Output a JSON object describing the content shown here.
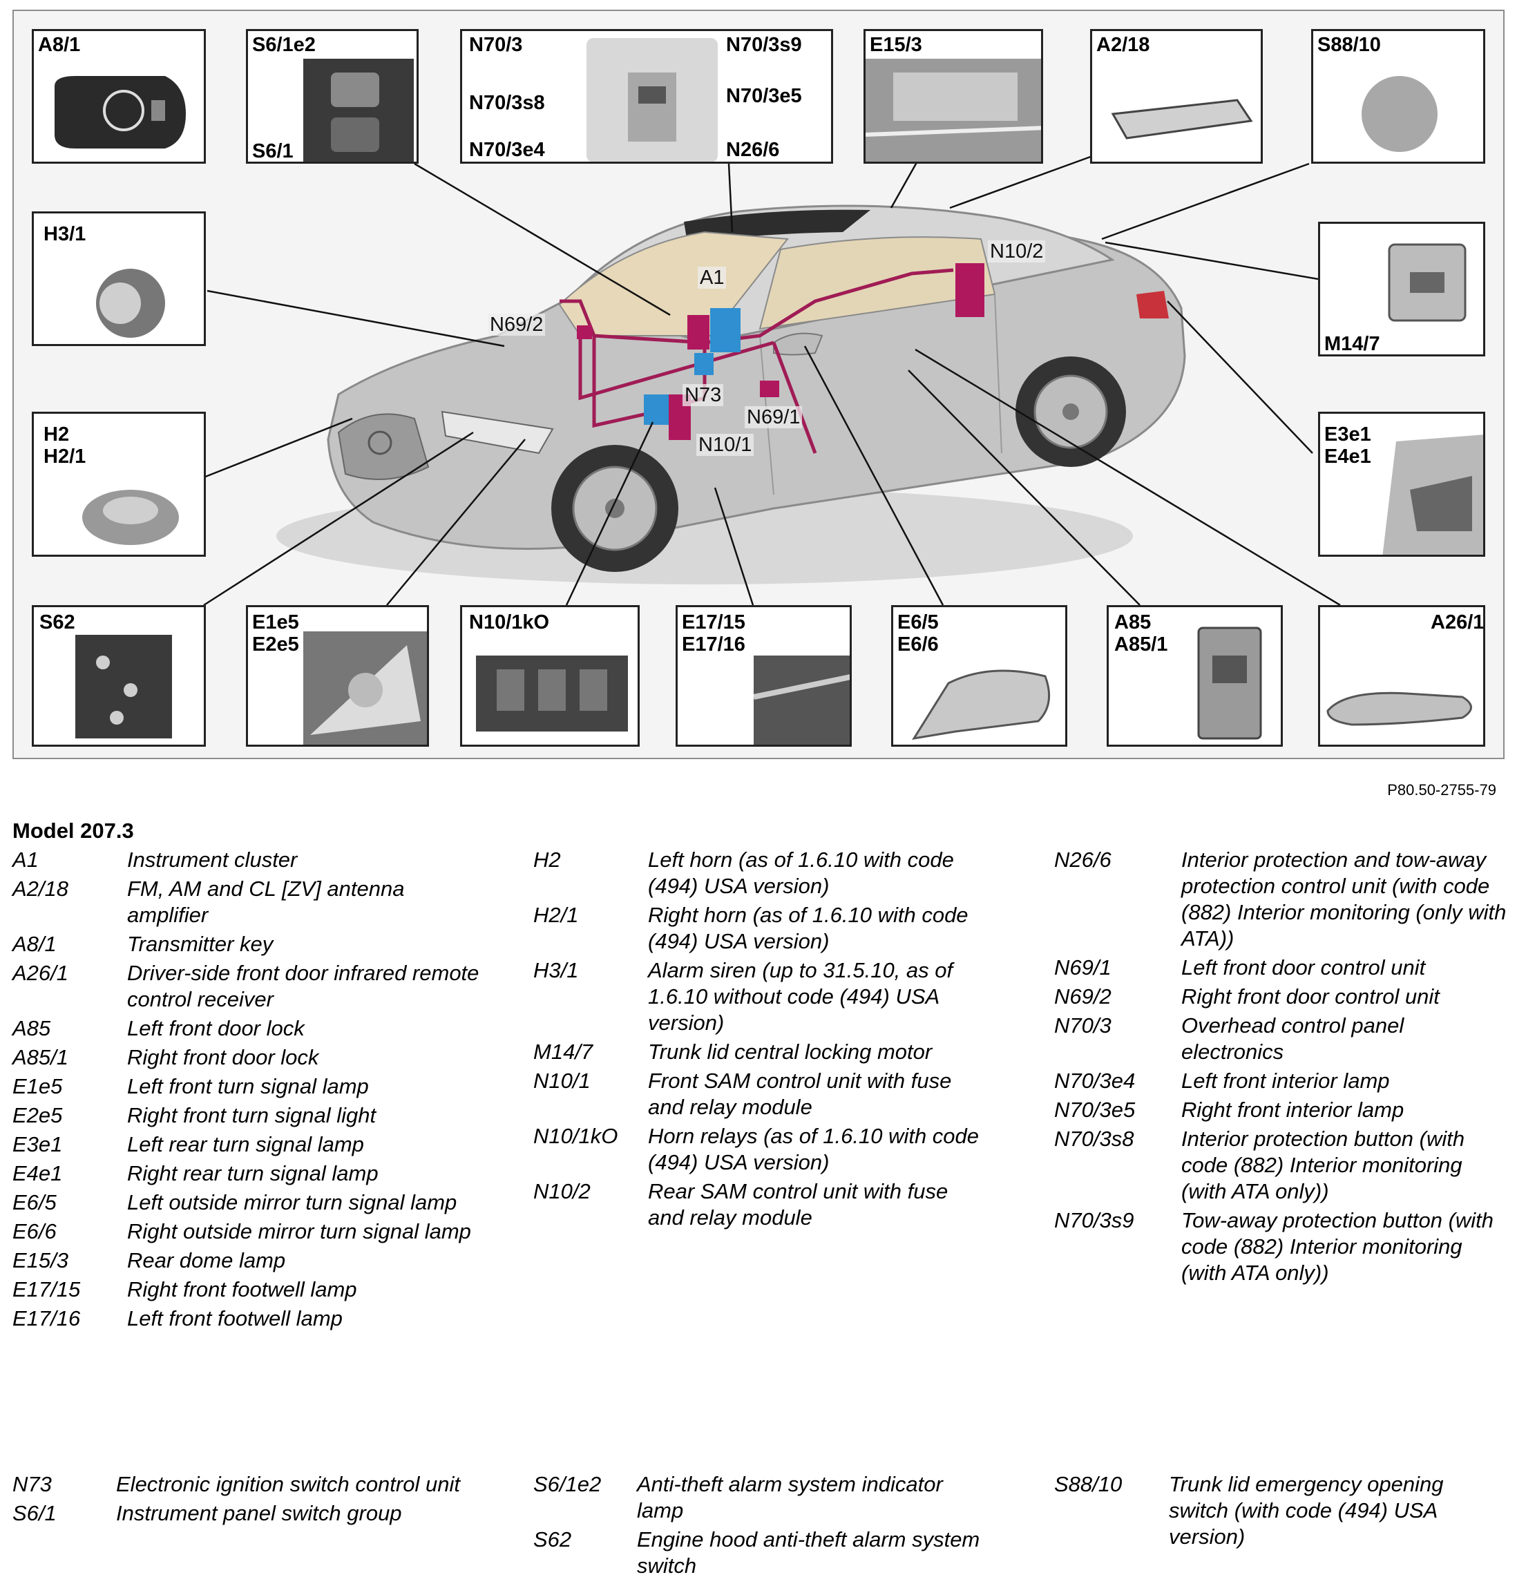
{
  "diagram": {
    "boxes": [
      {
        "id": "A8/1",
        "name": "transmitter-key",
        "labels": [
          "A8/1"
        ]
      },
      {
        "id": "S6/1e2",
        "name": "switch-group",
        "labels": [
          "S6/1e2",
          "S6/1"
        ]
      },
      {
        "id": "N70/3",
        "name": "overhead-panel",
        "labels": [
          "N70/3",
          "N70/3s9",
          "N70/3s8",
          "N70/3e5",
          "N70/3e4",
          "N26/6"
        ]
      },
      {
        "id": "E15/3",
        "name": "rear-dome-lamp",
        "labels": [
          "E15/3"
        ]
      },
      {
        "id": "A2/18",
        "name": "antenna-amplifier",
        "labels": [
          "A2/18"
        ]
      },
      {
        "id": "S88/10",
        "name": "trunk-emergency-switch",
        "labels": [
          "S88/10"
        ]
      },
      {
        "id": "H3/1",
        "name": "alarm-siren",
        "labels": [
          "H3/1"
        ]
      },
      {
        "id": "M14/7",
        "name": "trunk-lock-motor",
        "labels": [
          "M14/7"
        ]
      },
      {
        "id": "H2",
        "name": "horn",
        "labels": [
          "H2",
          "H2/1"
        ]
      },
      {
        "id": "E3e1",
        "name": "rear-turn-signal",
        "labels": [
          "E3e1",
          "E4e1"
        ]
      },
      {
        "id": "S62",
        "name": "hood-switch",
        "labels": [
          "S62"
        ]
      },
      {
        "id": "E1e5",
        "name": "front-turn-signal",
        "labels": [
          "E1e5",
          "E2e5"
        ]
      },
      {
        "id": "N10/1kO",
        "name": "horn-relays",
        "labels": [
          "N10/1kO"
        ]
      },
      {
        "id": "E17/15",
        "name": "footwell-lamp",
        "labels": [
          "E17/15",
          "E17/16"
        ]
      },
      {
        "id": "E6/5",
        "name": "mirror-turn-signal",
        "labels": [
          "E6/5",
          "E6/6"
        ]
      },
      {
        "id": "A85",
        "name": "door-lock",
        "labels": [
          "A85",
          "A85/1"
        ]
      },
      {
        "id": "A26/1",
        "name": "ir-receiver",
        "labels": [
          "A26/1"
        ]
      }
    ],
    "car_labels": [
      "N10/2",
      "A1",
      "N69/2",
      "N73",
      "N69/1",
      "N10/1"
    ],
    "colors": {
      "wiring": "#a01c55",
      "module_magenta": "#b0185e",
      "module_blue": "#2f8fd0",
      "car_body": "#c4c4c4"
    }
  },
  "figure_code": "P80.50-2755-79",
  "model_heading": "Model 207.3",
  "legend_top": [
    [
      {
        "code": "A1",
        "desc": "Instrument cluster"
      },
      {
        "code": "A2/18",
        "desc": "FM, AM and CL [ZV] antenna amplifier"
      },
      {
        "code": "A8/1",
        "desc": "Transmitter key"
      },
      {
        "code": "A26/1",
        "desc": "Driver-side front door infrared remote control receiver"
      },
      {
        "code": "A85",
        "desc": "Left front door lock"
      },
      {
        "code": "A85/1",
        "desc": "Right front door lock"
      },
      {
        "code": "E1e5",
        "desc": "Left front turn signal lamp"
      },
      {
        "code": "E2e5",
        "desc": "Right front turn signal light"
      },
      {
        "code": "E3e1",
        "desc": "Left rear turn signal lamp"
      },
      {
        "code": "E4e1",
        "desc": "Right rear turn signal lamp"
      },
      {
        "code": "E6/5",
        "desc": "Left outside mirror turn signal lamp"
      },
      {
        "code": "E6/6",
        "desc": "Right outside mirror turn signal lamp"
      },
      {
        "code": "E15/3",
        "desc": "Rear dome lamp"
      },
      {
        "code": "E17/15",
        "desc": "Right front footwell lamp"
      },
      {
        "code": "E17/16",
        "desc": "Left front footwell lamp"
      }
    ],
    [
      {
        "code": "H2",
        "desc": "Left horn (as of 1.6.10 with code (494) USA version)"
      },
      {
        "code": "H2/1",
        "desc": "Right horn (as of 1.6.10 with code (494) USA version)"
      },
      {
        "code": "H3/1",
        "desc": "Alarm siren (up to 31.5.10, as of 1.6.10 without code (494) USA version)"
      },
      {
        "code": "M14/7",
        "desc": "Trunk lid central locking motor"
      },
      {
        "code": "N10/1",
        "desc": "Front SAM control unit with fuse and relay module"
      },
      {
        "code": "N10/1kO",
        "desc": "Horn relays (as of 1.6.10 with code (494) USA version)"
      },
      {
        "code": "N10/2",
        "desc": "Rear SAM control unit with fuse and relay module"
      }
    ],
    [
      {
        "code": "N26/6",
        "desc": "Interior protection and tow-away protection control unit (with code (882) Interior monitoring (only with ATA))"
      },
      {
        "code": "N69/1",
        "desc": "Left front door control unit"
      },
      {
        "code": "N69/2",
        "desc": "Right front door control unit"
      },
      {
        "code": "N70/3",
        "desc": "Overhead control panel electronics"
      },
      {
        "code": "N70/3e4",
        "desc": "Left front interior lamp"
      },
      {
        "code": "N70/3e5",
        "desc": "Right front interior lamp"
      },
      {
        "code": "N70/3s8",
        "desc": "Interior protection button (with code (882) Interior monitoring (with ATA only))"
      },
      {
        "code": "N70/3s9",
        "desc": "Tow-away protection button (with code (882) Interior monitoring (with ATA only))"
      }
    ]
  ],
  "legend_bottom": [
    [
      {
        "code": "N73",
        "desc": "Electronic ignition switch control unit"
      },
      {
        "code": "S6/1",
        "desc": "Instrument panel switch group"
      }
    ],
    [
      {
        "code": "S6/1e2",
        "desc": "Anti-theft alarm system indicator lamp"
      },
      {
        "code": "S62",
        "desc": "Engine hood anti-theft alarm system switch"
      }
    ],
    [
      {
        "code": "S88/10",
        "desc": "Trunk lid emergency opening switch (with code (494) USA version)"
      }
    ]
  ]
}
